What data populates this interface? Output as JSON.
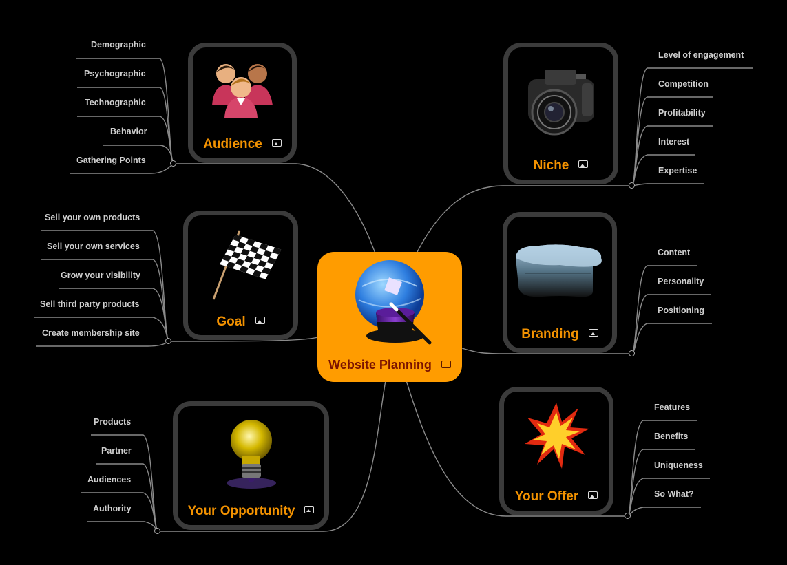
{
  "center": {
    "title": "Website Planning",
    "icon": "magic-globe-hat-icon"
  },
  "audience": {
    "title": "Audience",
    "icon": "people-group-icon",
    "items": [
      "Demographic",
      "Psychographic",
      "Technographic",
      "Behavior",
      "Gathering Points"
    ]
  },
  "goal": {
    "title": "Goal",
    "icon": "checkered-flag-icon",
    "items": [
      "Sell your own products",
      "Sell your own services",
      "Grow your visibility",
      "Sell third party products",
      "Create membership site"
    ]
  },
  "opportunity": {
    "title": "Your Opportunity",
    "icon": "lightbulb-icon",
    "items": [
      "Products",
      "Partner",
      "Audiences",
      "Authority"
    ]
  },
  "niche": {
    "title": "Niche",
    "icon": "camera-icon",
    "items": [
      "Level of engagement",
      "Competition",
      "Profitability",
      "Interest",
      "Expertise"
    ]
  },
  "branding": {
    "title": "Branding",
    "icon": "glass-shape-icon",
    "items": [
      "Content",
      "Personality",
      "Positioning"
    ]
  },
  "offer": {
    "title": "Your Offer",
    "icon": "starburst-icon",
    "items": [
      "Features",
      "Benefits",
      "Uniqueness",
      "So What?"
    ]
  },
  "colors": {
    "background": "#000000",
    "center_fill": "#ff9c00",
    "title_orange": "#f39200",
    "center_text": "#7a1200",
    "node_border": "#3b3b3b",
    "lines": "#8a8a8a",
    "leaf_text": "#cfcfcf"
  }
}
